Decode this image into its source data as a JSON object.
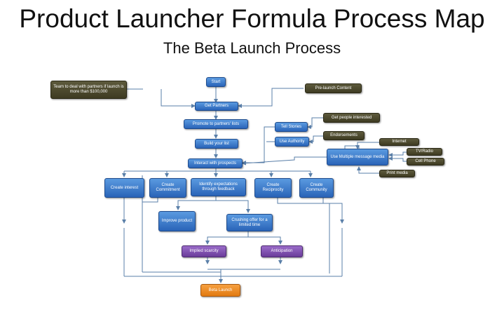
{
  "title": "Product Launcher Formula Process Map",
  "subtitle": "The Beta Launch Process",
  "colors": {
    "process": "#3b7dd0",
    "input": "#4a472c",
    "emotion": "#8050b0",
    "launch": "#f08c28",
    "connector": "#5a7fa8"
  },
  "nodes": {
    "start": "Start",
    "team": "Team  to deal with partners if launch is more than $100,000",
    "prelaunch": "Pre-launch Content",
    "get_partners": "Get Partners",
    "promote": "Promote to partners' lists",
    "build_list": "Build your list",
    "interact": "Interact with prospects",
    "tell_stories": "Tell Stories",
    "get_people": "Get people interested",
    "endorsements": "Endorsements",
    "use_authority": "Use Authority",
    "internet": "Internet",
    "multiple_media": "Use Multiple message media",
    "tv_radio": "TV/Radio",
    "cell_phone": "Cell Phone",
    "print_media": "Print media",
    "create_interest": "Create interest",
    "create_commitment": "Create Commitment",
    "identify": "Identify expectations through feedback",
    "reciprocity": "Create Reciprocity",
    "community": "Create Community",
    "improve": "Improve product",
    "crushing": "Crushing offer for a limited time",
    "scarcity": "Implied scarcity",
    "anticipation": "Anticipation",
    "beta": "Beta Launch"
  }
}
